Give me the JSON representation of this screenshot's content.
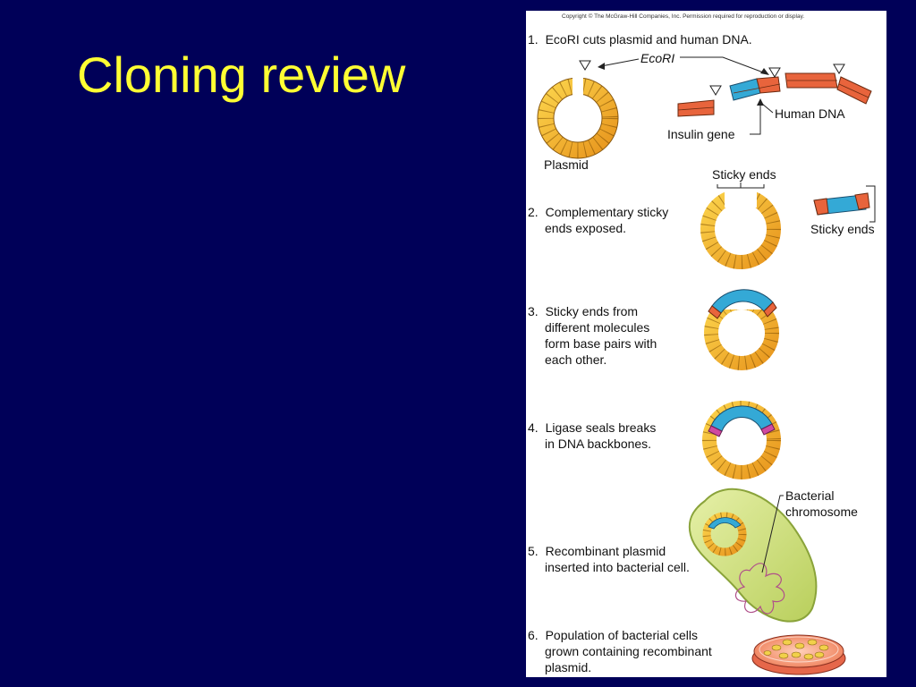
{
  "slide": {
    "title": "Cloning review"
  },
  "figure": {
    "copyright": "Copyright © The McGraw-Hill Companies, Inc. Permission required for reproduction or display.",
    "steps": [
      {
        "number": "1.",
        "lines": [
          "EcoRI cuts plasmid and human DNA."
        ]
      },
      {
        "number": "2.",
        "lines": [
          "Complementary sticky",
          "ends exposed."
        ]
      },
      {
        "number": "3.",
        "lines": [
          "Sticky ends from",
          "different molecules",
          "form base pairs with",
          "each other."
        ]
      },
      {
        "number": "4.",
        "lines": [
          "Ligase seals breaks",
          "in DNA backbones."
        ]
      },
      {
        "number": "5.",
        "lines": [
          "Recombinant plasmid",
          "inserted into bacterial cell."
        ]
      },
      {
        "number": "6.",
        "lines": [
          "Population of bacterial cells",
          "grown containing recombinant",
          "plasmid."
        ]
      }
    ],
    "labels": {
      "ecori": "EcoRI",
      "human_dna": "Human DNA",
      "insulin_gene": "Insulin gene",
      "plasmid": "Plasmid",
      "sticky_ends_top": "Sticky ends",
      "sticky_ends_right": "Sticky ends",
      "bacterial_chromosome": [
        "Bacterial",
        "chromosome"
      ]
    },
    "colors": {
      "plasmid": "#f2b632",
      "plasmid_inner": "#ffd85a",
      "human_dna": "#e8643c",
      "insulin_gene": "#34a9d6",
      "ligase_seal": "#d04aa0",
      "cell": "#cfe08a",
      "dish": "#f08060"
    }
  }
}
